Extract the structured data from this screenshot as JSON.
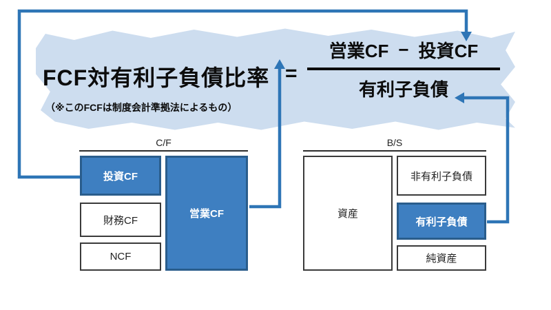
{
  "formula": {
    "title": "FCF対有利子負債比率",
    "equals": "=",
    "numerator_left": "営業CF",
    "numerator_operator": "−",
    "numerator_right": "投資CF",
    "denominator": "有利子負債",
    "note": "（※このFCFは制度会計準拠法によるもの）"
  },
  "cf_section": {
    "label": "C/F",
    "investment_cf": "投資CF",
    "financing_cf": "財務CF",
    "ncf": "NCF",
    "operating_cf": "営業CF"
  },
  "bs_section": {
    "label": "B/S",
    "assets": "資産",
    "non_interest_bearing_debt": "非有利子負債",
    "interest_bearing_debt": "有利子負債",
    "net_assets": "純資産"
  },
  "colors": {
    "banner_bg": "#cdddef",
    "box_blue": "#3e7fc1",
    "box_blue_border": "#2a5d8c",
    "arrow_blue": "#2e75b6"
  }
}
